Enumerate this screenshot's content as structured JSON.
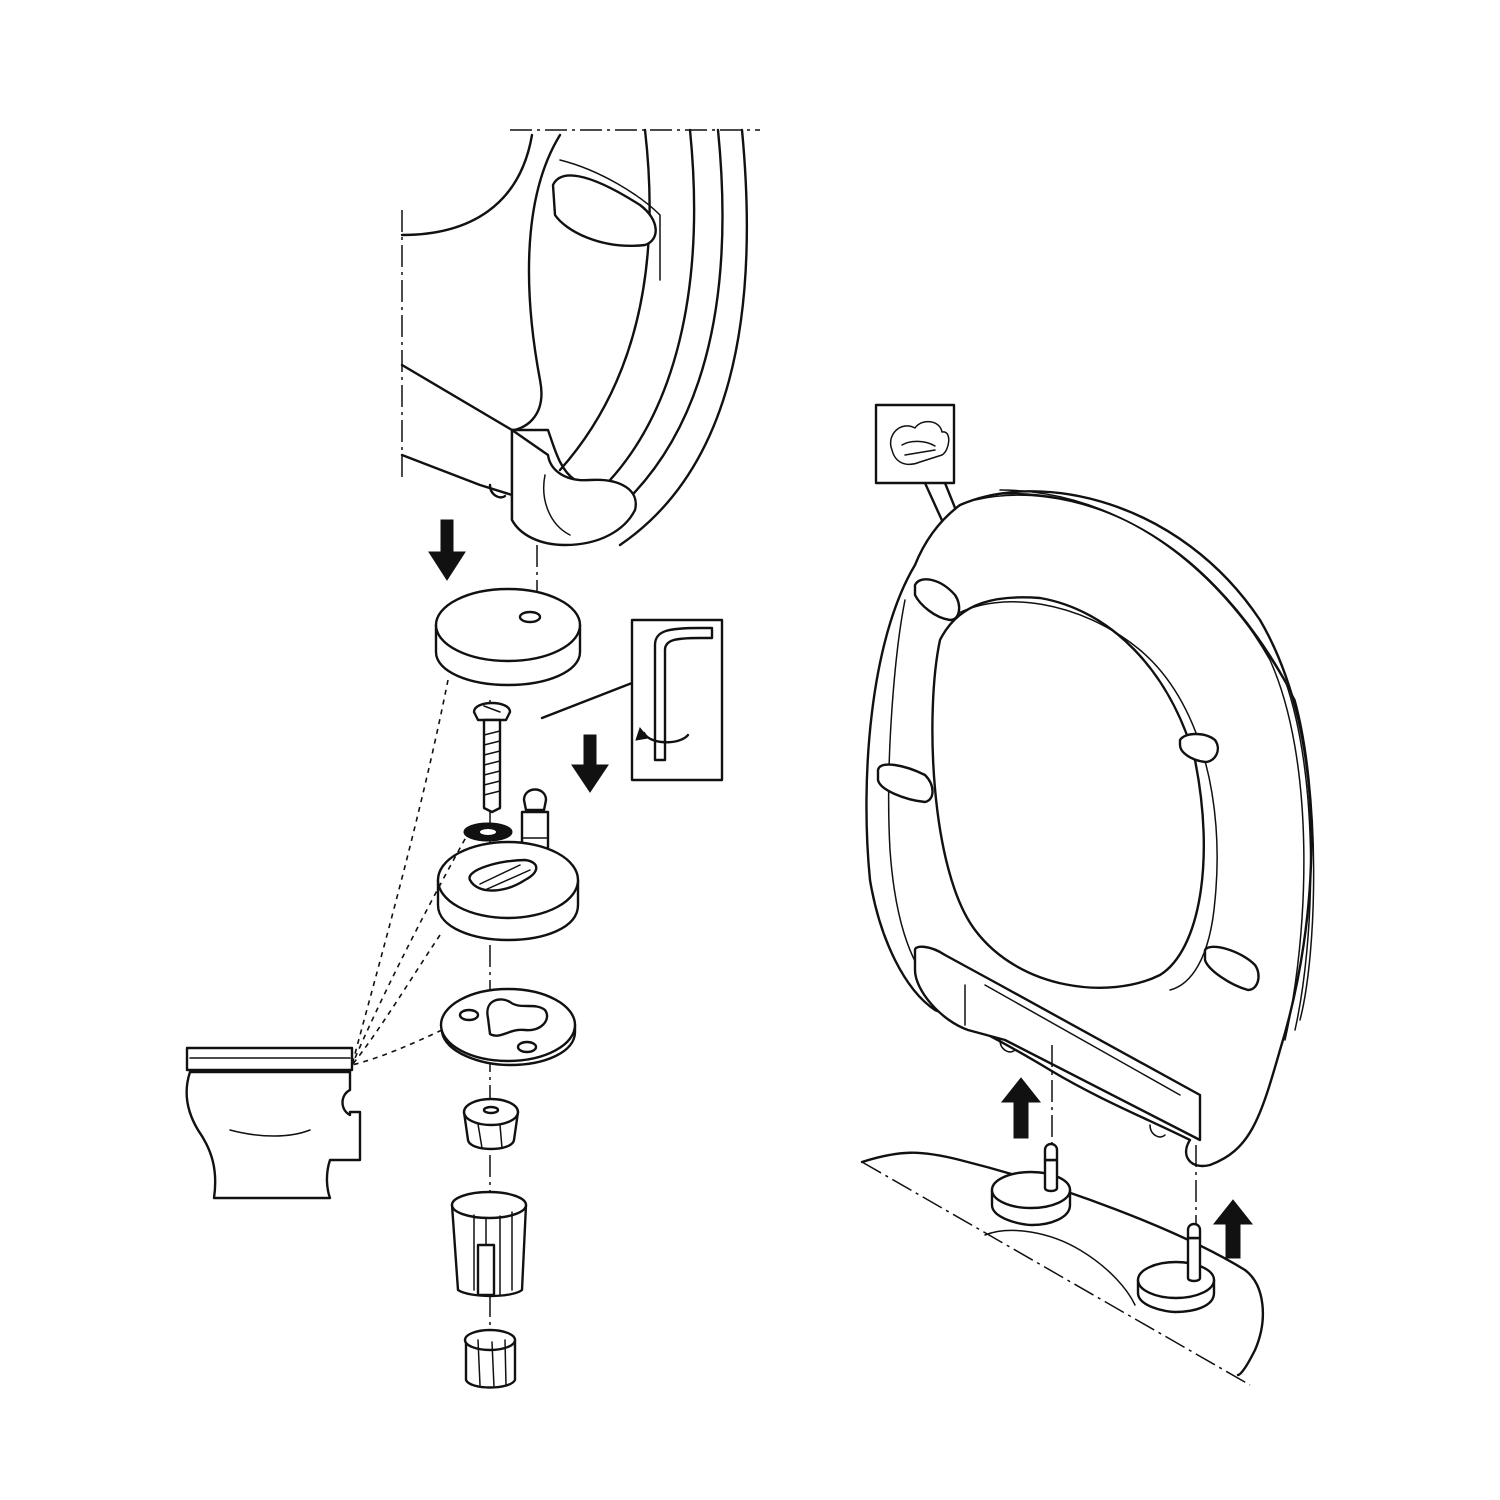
{
  "figure": {
    "left_panel": {
      "parts": [
        "seat-hinge-end",
        "hinge-cap",
        "hinge-screw",
        "washer",
        "hinge-pin",
        "hinge-base",
        "base-plate",
        "rubber-cone",
        "expansion-sleeve",
        "nut",
        "toilet-bowl"
      ],
      "tool": "hex-key-icon",
      "arrows": [
        "down-arrow-icon",
        "down-arrow-icon"
      ]
    },
    "right_panel": {
      "parts": [
        "toilet-seat",
        "hinge-post-left",
        "hinge-post-right",
        "toilet-bowl-rim"
      ],
      "instruction": "clean-hands-icon",
      "arrows": [
        "up-arrow-icon",
        "up-arrow-icon"
      ]
    }
  }
}
